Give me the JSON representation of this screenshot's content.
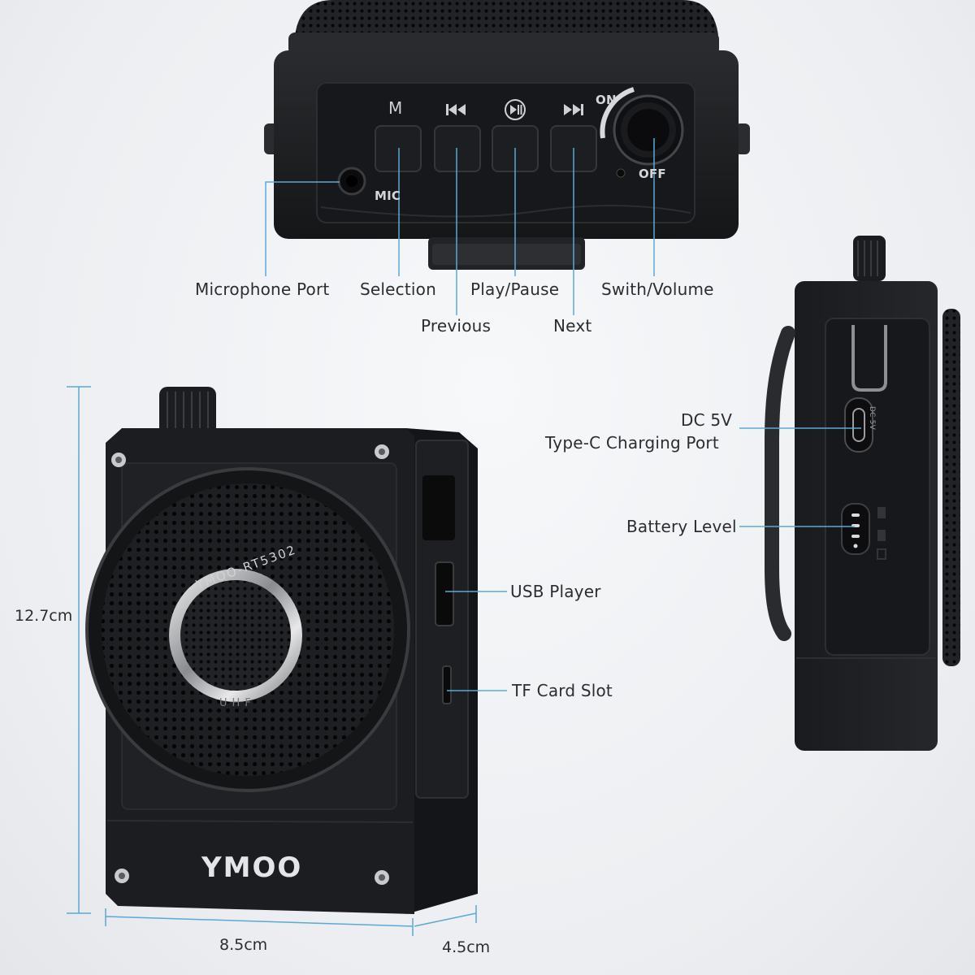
{
  "device_panel": {
    "button_m": "M",
    "mic_text": "MIC",
    "on_text": "ON",
    "off_text": "OFF"
  },
  "callouts": {
    "microphone_port": "Microphone Port",
    "selection": "Selection",
    "play_pause": "Play/Pause",
    "switch_volume": "Swith/Volume",
    "previous": "Previous",
    "next": "Next",
    "dc_5v": "DC 5V",
    "type_c": "Type-C Charging Port",
    "battery_level": "Battery Level",
    "usb_player": "USB Player",
    "tf_card_slot": "TF Card Slot"
  },
  "dimensions": {
    "height": "12.7cm",
    "width": "8.5cm",
    "depth": "4.5cm"
  },
  "branding": {
    "ring_text": "YMOO-RT5302",
    "ring_text_bottom": "UHF",
    "logo": "YMOO",
    "side_port_label": "DC 5V"
  },
  "colors": {
    "callout_line": "#5aa9d6",
    "device_body": "#1c1d20",
    "background": "#eceef1"
  }
}
